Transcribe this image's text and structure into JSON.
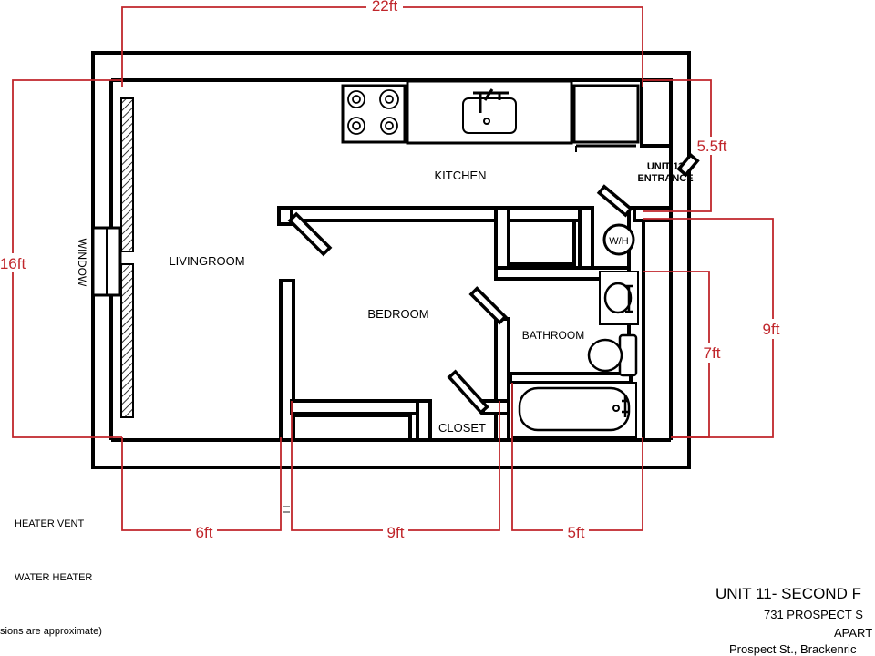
{
  "rooms": {
    "kitchen": "KITCHEN",
    "livingroom": "LIVINGROOM",
    "bedroom": "BEDROOM",
    "bathroom": "BATHROOM",
    "closet": "CLOSET",
    "window": "WINDOW",
    "water_heater_tag": "W/H",
    "entrance_line1": "UNIT 11",
    "entrance_line2": "ENTRANCE"
  },
  "dimensions": {
    "overall_width": "22ft",
    "overall_height": "16ft",
    "entrance_depth": "5.5ft",
    "right_height": "9ft",
    "bath_height": "7ft",
    "living_width": "6ft",
    "bedroom_width": "9ft",
    "bath_width": "5ft"
  },
  "legend": {
    "heater_vent": "HEATER VENT",
    "water_heater": "WATER HEATER",
    "note": "sions are approximate)"
  },
  "title_block": {
    "line1": "UNIT 11- SECOND F",
    "line2": "731 PROSPECT S",
    "line3": "APART",
    "line4": "Prospect St., Brackenric"
  },
  "colors": {
    "wall": "#000000",
    "dimension": "#c0262b",
    "fixture_fill": "#ffffff"
  }
}
